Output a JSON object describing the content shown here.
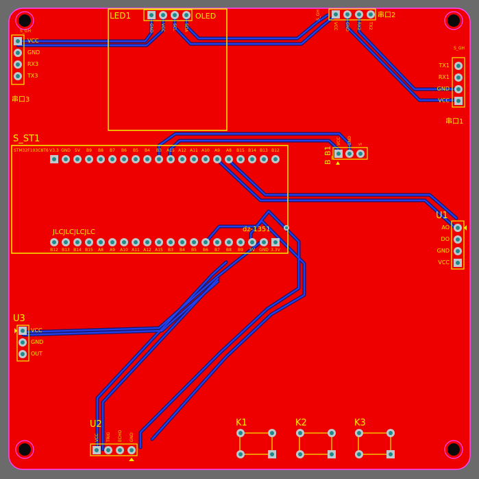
{
  "board": {
    "colors": {
      "background": "#6b6b6b",
      "copper": "#ee0000",
      "outline": "#ff44ff",
      "silk": "#f5f000",
      "trace": "#2030e0",
      "pad": "#c0c8cc",
      "hole": "#1f8a8a"
    }
  },
  "components": {
    "led1": {
      "ref": "LED1",
      "value": "OLED",
      "pins": [
        "GND",
        "VCC",
        "SCL",
        "SDA"
      ]
    },
    "uart2": {
      "ref": "串口2",
      "header": "S_GH",
      "pins": [
        "VCC",
        "GND",
        "RX2",
        "TX2"
      ]
    },
    "uart3": {
      "ref": "串口3",
      "header": "S_GH",
      "pins": [
        "VCC",
        "GND",
        "RX3",
        "TX3"
      ]
    },
    "uart1": {
      "ref": "串口1",
      "header": "S_GH",
      "pins": [
        "TX1",
        "RX1",
        "GND",
        "VCC"
      ]
    },
    "mcu": {
      "ref": "S_ST1",
      "silk_label": "JLCJLCJLCJLC",
      "part_label": "dz-1351",
      "top_pins": [
        "STM32F103C8T6",
        "V3.3",
        "GND",
        "5V",
        "B9",
        "B8",
        "B7",
        "B6",
        "B5",
        "B4",
        "B3",
        "A15",
        "A12",
        "A11",
        "A10",
        "A9",
        "A8",
        "B15",
        "B14",
        "B13",
        "B12"
      ],
      "bottom_pins": [
        "B12",
        "B13",
        "B14",
        "B15",
        "A8",
        "A9",
        "A10",
        "A11",
        "A12",
        "A15",
        "B3",
        "B4",
        "B5",
        "B6",
        "B7",
        "B8",
        "B9",
        "5V",
        "GND",
        "3.3V"
      ]
    },
    "bb1": {
      "ref": "B_B1",
      "pins": [
        "VCC",
        "GND",
        "S"
      ]
    },
    "u1": {
      "ref": "U1",
      "pins": [
        "AO",
        "DO",
        "GND",
        "VCC"
      ]
    },
    "u3": {
      "ref": "U3",
      "pins": [
        "VCC",
        "GND",
        "OUT"
      ]
    },
    "u2": {
      "ref": "U2",
      "pins": [
        "VCC",
        "TRIG",
        "ECHO",
        "GND"
      ]
    },
    "keys": [
      "K1",
      "K2",
      "K3"
    ]
  }
}
